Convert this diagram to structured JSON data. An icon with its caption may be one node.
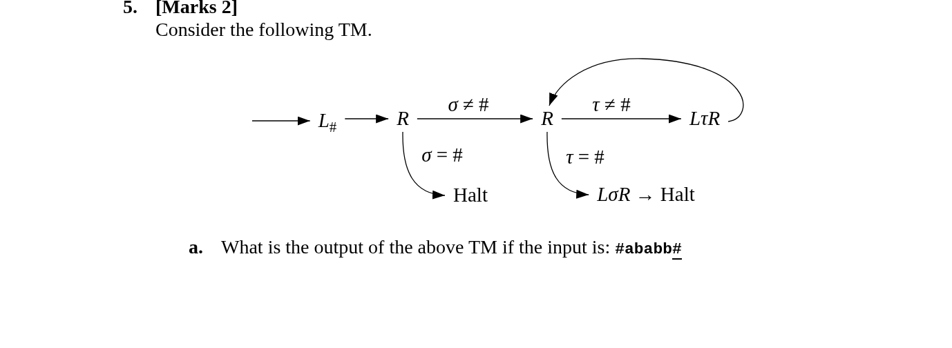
{
  "diagram": {
    "nodes": [
      {
        "text": [
          "*L*$_{#}$"
        ]
      },
      {
        "text": [
          "R"
        ]
      },
      {
        "text": [
          "Halt"
        ]
      },
      {
        "text": [
          "R"
        ]
      },
      {
        "text": [
          "LτR"
        ]
      },
      {
        "text": [
          "*LσR* → Halt"
        ]
      }
    ],
    "edges": [
      {
        "from": null,
        "to": 0,
        "arrow": "to"
      },
      {
        "from": 0,
        "to": 1,
        "arrow": "to"
      },
      {
        "from": 1,
        "to": 3,
        "arrow": "to",
        "label": "*σ* ≠ #"
      },
      {
        "from": 1,
        "to": 2,
        "arrow": "to",
        "label": "*σ* = #"
      },
      {
        "from": 3,
        "to": 4,
        "arrow": "to",
        "label": "*τ* ≠ #"
      },
      {
        "from": 3,
        "to": 5,
        "arrow": "to",
        "label": "*τ* = #"
      },
      {
        "from": 4,
        "to": 3,
        "arrow": "to"
      }
    ],
    "labels": [
      "5.",
      "[Marks 2]",
      "Consider the following TM.",
      "a.",
      "What is the output of the above TM if the input is: **#ababb#**"
    ]
  }
}
